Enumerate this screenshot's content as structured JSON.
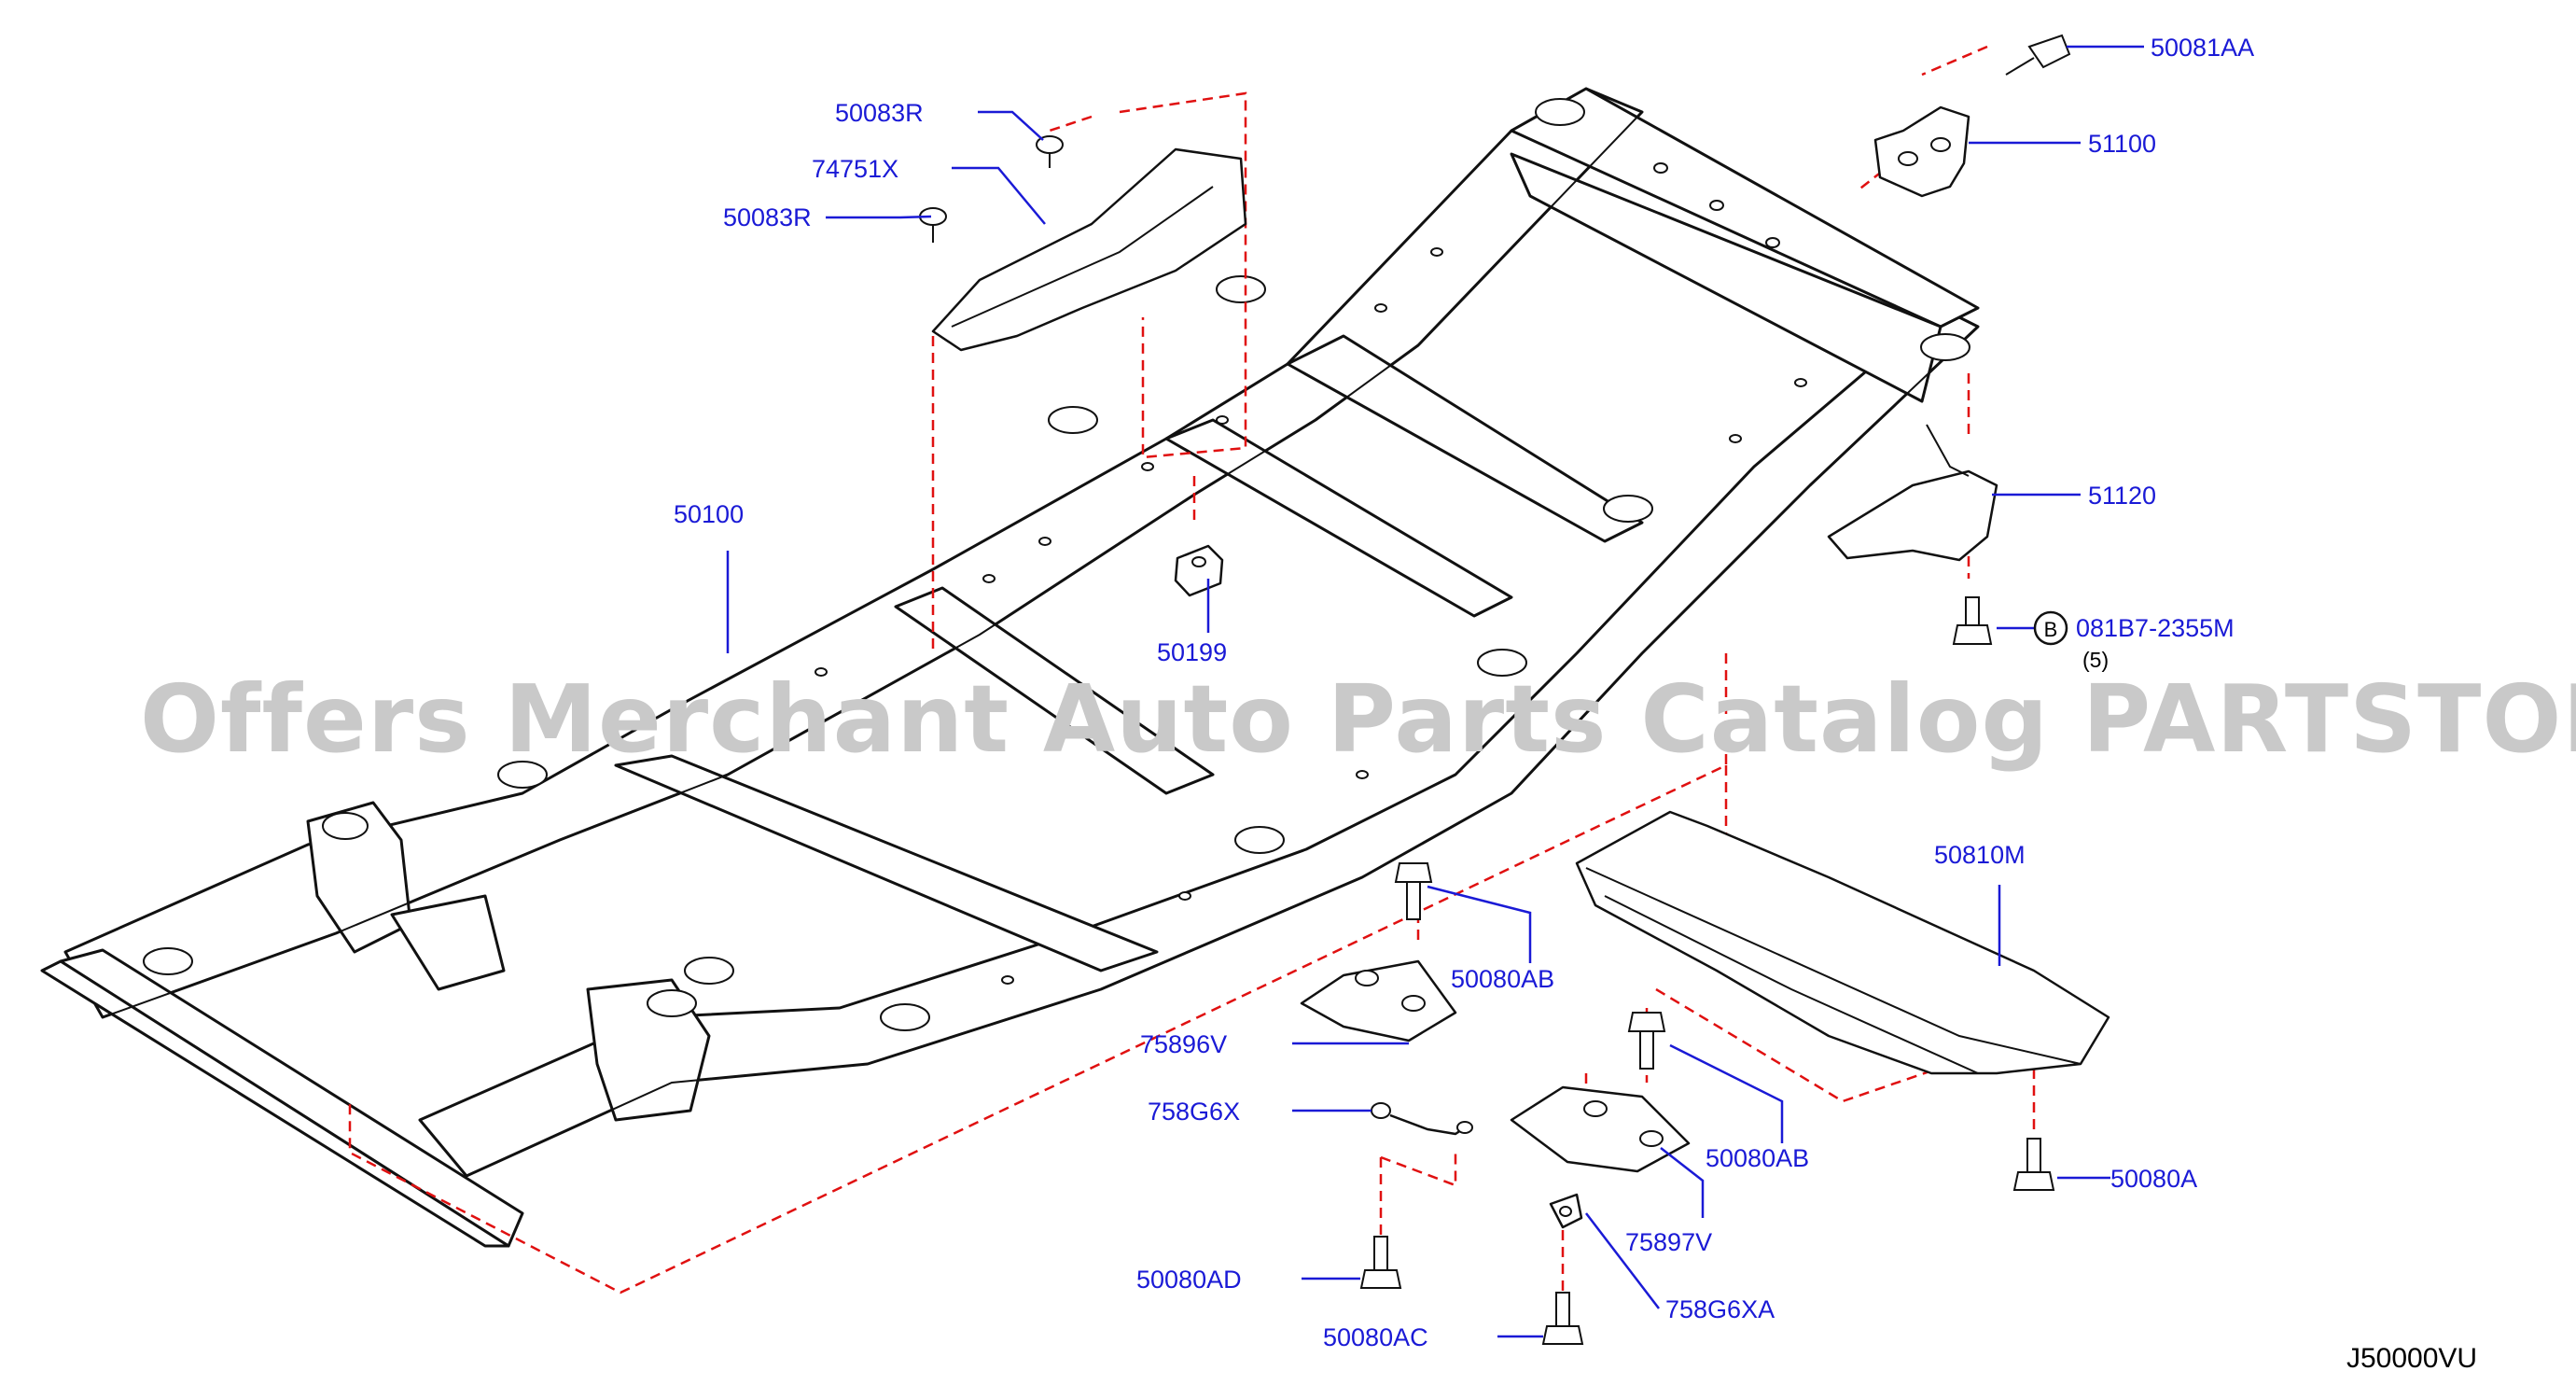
{
  "watermark": "Offers Merchant Auto Parts Catalog PARTSTORE.SA",
  "reference_code": "J50000VU",
  "circled_marker": "B",
  "colors": {
    "label_blue": "#1a1ad6",
    "dashed_red": "#e01010",
    "linework": "#111111",
    "watermark_gray": "#c9c9c9"
  },
  "parts": [
    {
      "id": "50081AA"
    },
    {
      "id": "51100"
    },
    {
      "id": "50083R_top",
      "label": "50083R"
    },
    {
      "id": "74751X"
    },
    {
      "id": "50083R_mid",
      "label": "50083R"
    },
    {
      "id": "50100"
    },
    {
      "id": "51120"
    },
    {
      "id": "081B7-2355M",
      "quantity": "(5)"
    },
    {
      "id": "50199"
    },
    {
      "id": "50810M"
    },
    {
      "id": "50080AB_left",
      "label": "50080AB"
    },
    {
      "id": "75896V"
    },
    {
      "id": "758G6X"
    },
    {
      "id": "50080AB_right",
      "label": "50080AB"
    },
    {
      "id": "50080A"
    },
    {
      "id": "75897V"
    },
    {
      "id": "50080AD"
    },
    {
      "id": "758G6XA"
    },
    {
      "id": "50080AC"
    }
  ],
  "labels": {
    "p50081AA": "50081AA",
    "p51100": "51100",
    "p50083R_top": "50083R",
    "p74751X": "74751X",
    "p50083R_mid": "50083R",
    "p50100": "50100",
    "p51120": "51120",
    "p081B7": "081B7-2355M",
    "p081B7_qty": "(5)",
    "p50199": "50199",
    "p50810M": "50810M",
    "p50080AB_left": "50080AB",
    "p75896V": "75896V",
    "p758G6X": "758G6X",
    "p50080AB_right": "50080AB",
    "p50080A": "50080A",
    "p75897V": "75897V",
    "p50080AD": "50080AD",
    "p758G6XA": "758G6XA",
    "p50080AC": "50080AC"
  }
}
